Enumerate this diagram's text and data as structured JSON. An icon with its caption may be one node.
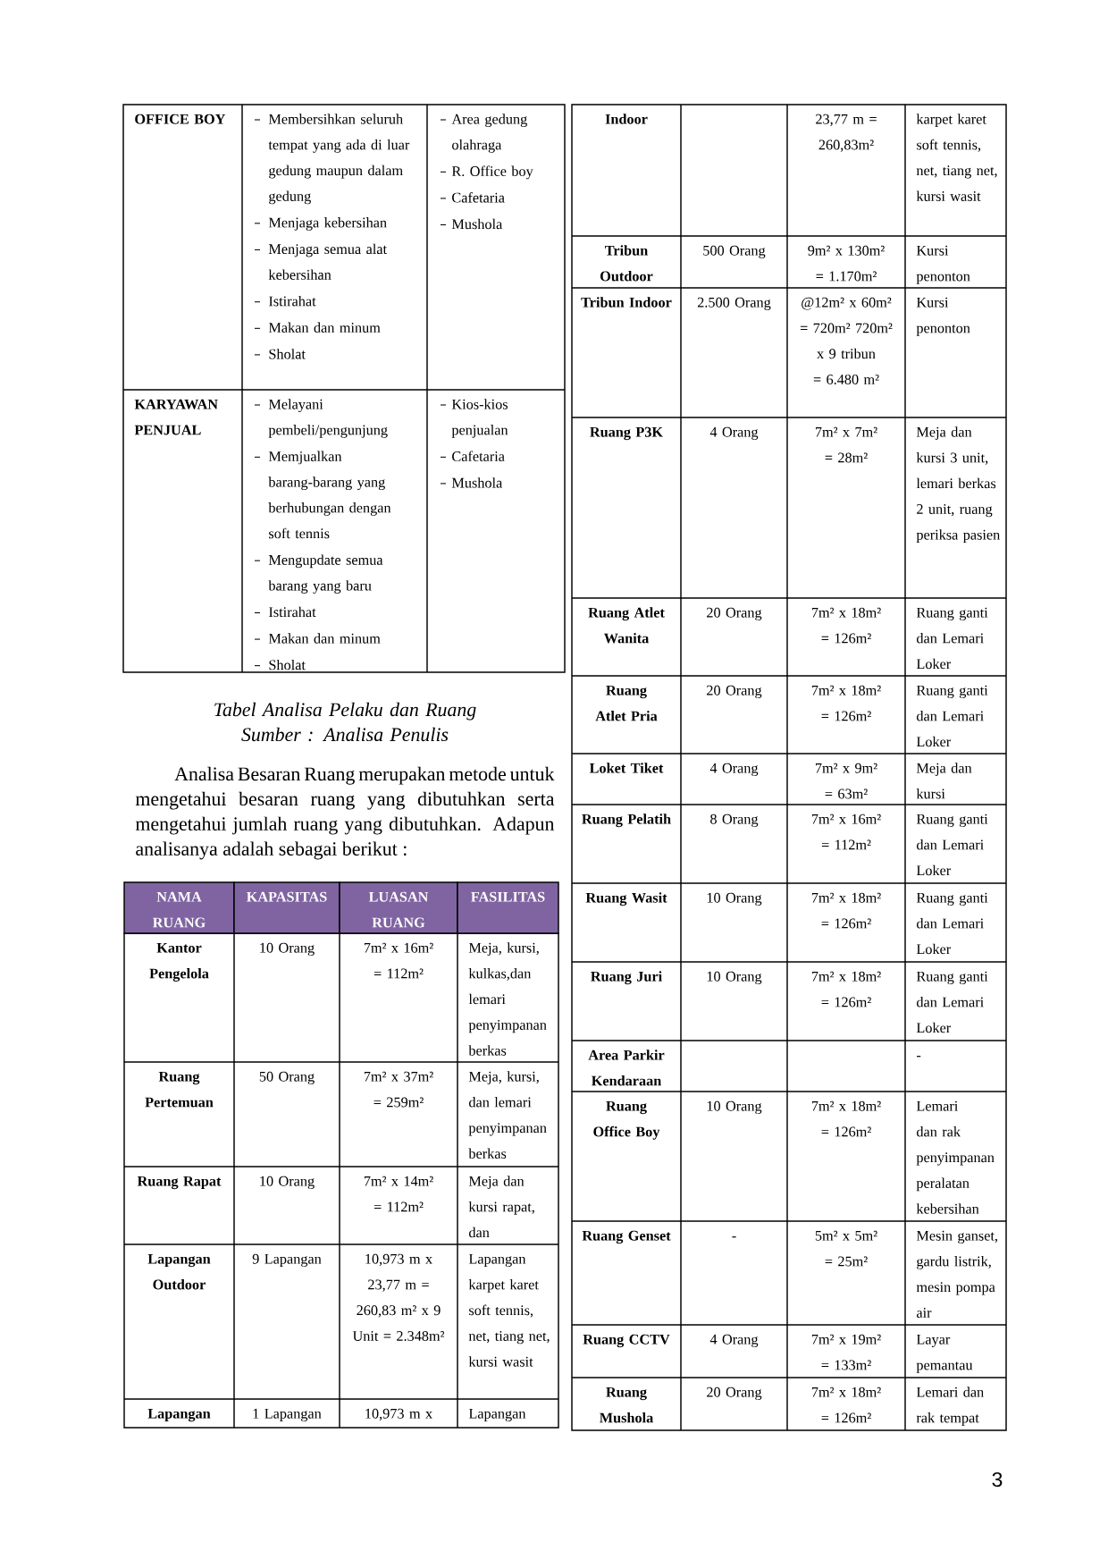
{
  "diagram": {
    "caption": "Tabel Analisa Pelaku dan Ruang Sumber : Analisa Penulis",
    "labels": [
      "OFFICE BOY",
      "Membersihkan seluruh tempat yang ada di luar gedung maupun dalam gedung",
      "Menjaga kebersihan",
      "Menjaga semua alat kebersihan",
      "Istirahat",
      "Makan dan minum",
      "Sholat",
      "Area gedung olahraga",
      "R. Office boy",
      "Cafetaria",
      "Mushola",
      "KARYAWAN PENJUAL",
      "Melayani pembeli/pengunjung",
      "Memjualkan barang-barang yang berhubungan dengan soft tennis",
      "Mengupdate semua barang yang baru",
      "Istirahat",
      "Makan dan minum",
      "Sholat",
      "Kios-kios penjualan",
      "Cafetaria",
      "Mushola",
      "Analisa Besaran Ruang merupakan metode untuk mengetahui besaran ruang yang dibutuhkan serta mengetahui jumlah ruang yang dibutuhkan. Adapun analisanya adalah sebagai berikut :",
      "NAMA RUANG",
      "KAPASITAS",
      "LUASAN RUANG",
      "FASILITAS",
      "Kantor Pengelola",
      "10 Orang",
      "7m² x 16m² = 112m²",
      "Meja, kursi, kulkas,dan lemari penyimpanan berkas",
      "Ruang Pertemuan",
      "50 Orang",
      "7m² x 37m² = 259m²",
      "Meja, kursi, dan lemari penyimpanan berkas",
      "Ruang Rapat",
      "10 Orang",
      "7m² x 14m² = 112m²",
      "Meja dan kursi rapat, dan",
      "Lapangan Outdoor",
      "9 Lapangan",
      "10,973 m x 23,77 m = 260,83 m² x 9 Unit = 2.348m²",
      "Lapangan karpet karet soft tennis, net, tiang net, kursi wasit",
      "Lapangan",
      "1 Lapangan",
      "10,973 m x",
      "Lapangan",
      "Indoor",
      "23,77 m = 260,83m²",
      "karpet karet soft tennis, net, tiang net, kursi wasit",
      "Tribun Outdoor",
      "500 Orang",
      "9m² x 130m² = 1.170m²",
      "Kursi penonton",
      "Tribun Indoor",
      "2.500 Orang",
      "@12m² x 60m² = 720m² 720m² x 9 tribun = 6.480 m²",
      "Kursi penonton",
      "Ruang P3K",
      "4 Orang",
      "7m² x 7m² = 28m²",
      "Meja dan kursi 3 unit, lemari berkas 2 unit, ruang periksa pasien",
      "Ruang Atlet Wanita",
      "20 Orang",
      "7m² x 18m² = 126m²",
      "Ruang ganti dan Lemari Loker",
      "Ruang Atlet Pria",
      "20 Orang",
      "7m² x 18m² = 126m²",
      "Ruang ganti dan Lemari Loker",
      "Loket Tiket",
      "4 Orang",
      "7m² x 9m² = 63m²",
      "Meja dan kursi",
      "Ruang Pelatih",
      "8 Orang",
      "7m² x 16m² = 112m²",
      "Ruang ganti dan Lemari Loker",
      "Ruang Wasit",
      "10 Orang",
      "7m² x 18m² = 126m²",
      "Ruang ganti dan Lemari Loker",
      "Ruang Juri",
      "10 Orang",
      "7m² x 18m² = 126m²",
      "Ruang ganti dan Lemari Loker",
      "Area Parkir Kendaraan",
      "-",
      "Ruang Office Boy",
      "10 Orang",
      "7m² x 18m² = 126m²",
      "Lemari dan rak penyimpanan peralatan kebersihan",
      "Ruang Genset",
      "-",
      "5m² x 5m² = 25m²",
      "Mesin ganset, gardu listrik, mesin pompa air",
      "Ruang CCTV",
      "4 Orang",
      "7m² x 19m² = 133m²",
      "Layar pemantau",
      "Ruang Mushola",
      "20 Orang",
      "7m² x 18m² = 126m²",
      "Lemari dan rak tempat",
      "3"
    ]
  }
}
